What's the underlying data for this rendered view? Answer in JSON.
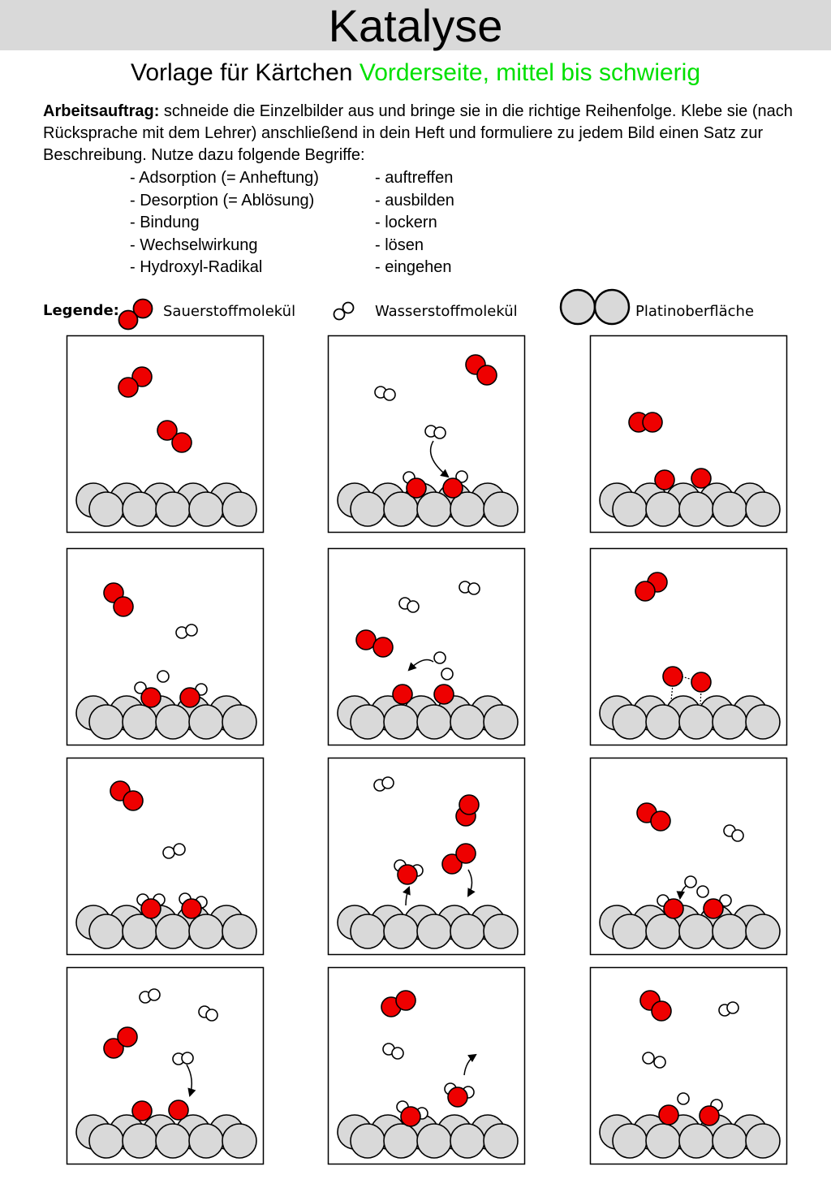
{
  "title": "Katalyse",
  "subtitle": {
    "main": "Vorlage für Kärtchen",
    "accent": "Vorderseite, mittel bis schwierig"
  },
  "task": {
    "label": "Arbeitsauftrag:",
    "text": "schneide die Einzelbilder aus und bringe sie in die richtige Reihenfolge. Klebe sie (nach Rücksprache mit dem Lehrer) anschließend in dein Heft und formuliere zu jedem Bild einen Satz zur Beschreibung. Nutze dazu folgende Begriffe:"
  },
  "terms_left": [
    "- Adsorption (= Anheftung)",
    "- Desorption (= Ablösung)",
    "- Bindung",
    "- Wechselwirkung",
    "- Hydroxyl-Radikal"
  ],
  "terms_right": [
    "- auftreffen",
    "- ausbilden",
    "- lockern",
    "- lösen",
    "- eingehen"
  ],
  "legend": {
    "label": "Legende:",
    "oxygen": "Sauerstoffmolekül",
    "hydrogen": "Wasserstoffmolekül",
    "platinum": "Platinoberfläche"
  },
  "colors": {
    "title_bar": "#d9d9d9",
    "accent": "#00e000",
    "oxygen": "#ee0000",
    "platinum": "#d9d9d9"
  }
}
